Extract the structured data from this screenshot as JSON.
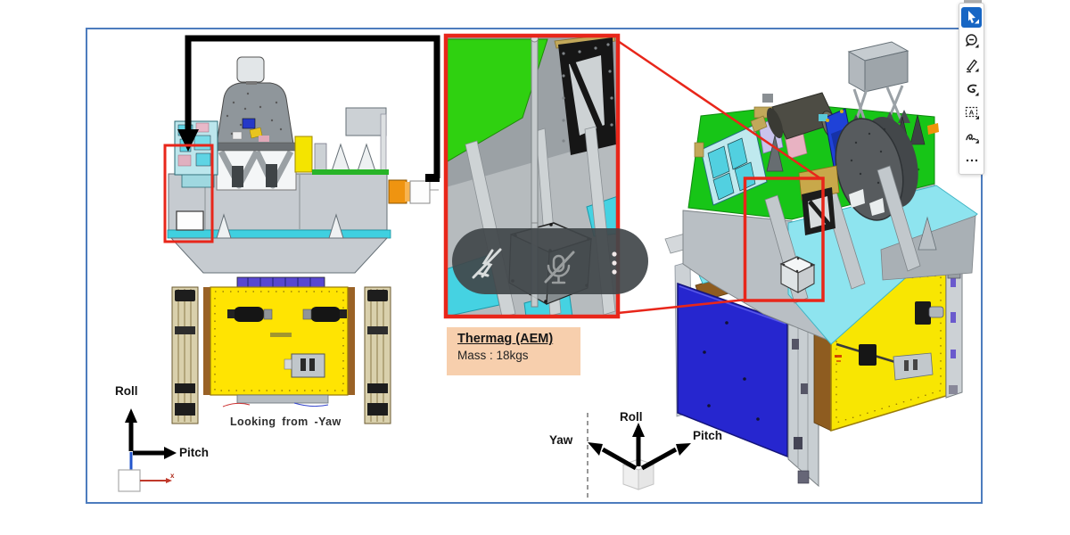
{
  "viewer": {
    "frame_border_color": "#4d7cbe"
  },
  "left_view": {
    "caption": "Looking from -Yaw",
    "axes": {
      "up_label": "Roll",
      "right_label": "Pitch",
      "origin_axis_label": "x"
    }
  },
  "detail_inset": {
    "border_color": "#e8261a",
    "label": {
      "title": "Thermag (AEM)",
      "mass": "Mass : 18kgs",
      "bg_color": "#f7cfad"
    }
  },
  "right_view": {
    "axes": {
      "up_label": "Roll",
      "left_label": "Yaw",
      "right_label": "Pitch"
    }
  },
  "media_overlay": {
    "bg_color": "#41474a",
    "icons": [
      "stylus-off-icon",
      "mic-off-icon",
      "more-options-icon"
    ]
  },
  "toolbar": {
    "selected_bg": "#1766c4",
    "text_glyph": "A",
    "tools": [
      {
        "name": "select-tool",
        "selected": true
      },
      {
        "name": "comment-tool",
        "selected": false
      },
      {
        "name": "pen-tool",
        "selected": false
      },
      {
        "name": "lasso-tool",
        "selected": false
      },
      {
        "name": "text-tool",
        "selected": false
      },
      {
        "name": "signature-tool",
        "selected": false
      },
      {
        "name": "more-tools",
        "selected": false
      }
    ]
  },
  "palette": {
    "deck_green": "#17c517",
    "deck_cyan": "#8ee4ef",
    "panel_yellow": "#f8e602",
    "panel_blue": "#2626cf",
    "structure_gray": "#b9bfc4",
    "teal": "#52d0e0",
    "orange": "#ef9410",
    "brown": "#8e5c20",
    "highlight_red": "#e8261a"
  }
}
